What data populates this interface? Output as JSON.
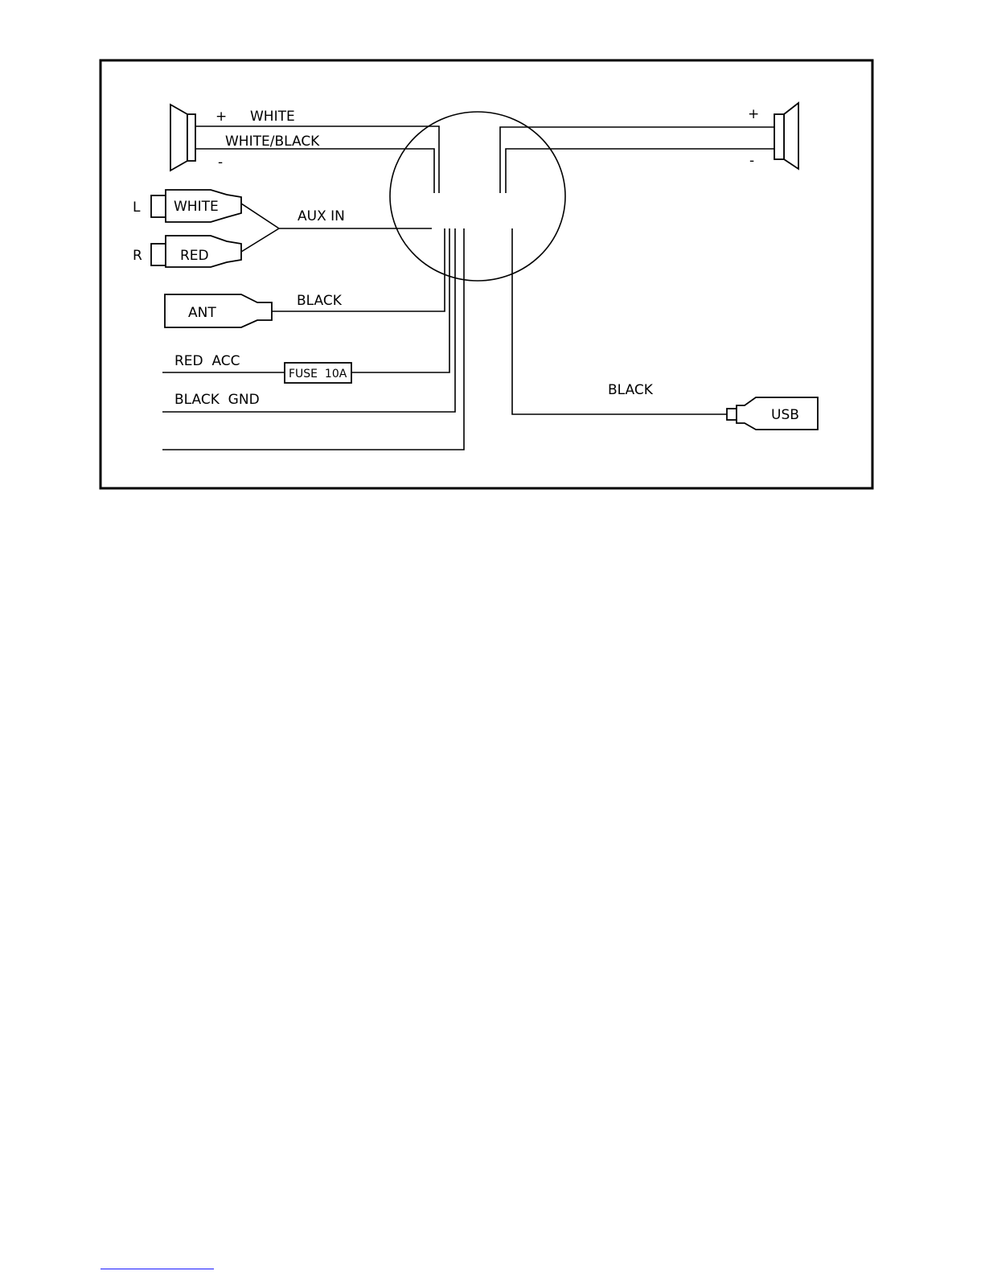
{
  "labels": {
    "left_plus": "+",
    "left_white": "WHITE",
    "left_white_black": "WHITE/BLACK",
    "left_minus": "-",
    "right_plus": "+",
    "right_minus": "-",
    "aux_l": "L",
    "aux_r": "R",
    "aux_white": "WHITE",
    "aux_red": "RED",
    "aux_in": "AUX IN",
    "ant": "ANT",
    "ant_black": "BLACK",
    "red_acc": "RED  ACC",
    "fuse": "FUSE  10A",
    "black_gnd": "BLACK  GND",
    "usb_black": "BLACK",
    "usb": "USB"
  },
  "colors": {
    "line": "#000000",
    "link": "#1a1aff"
  }
}
